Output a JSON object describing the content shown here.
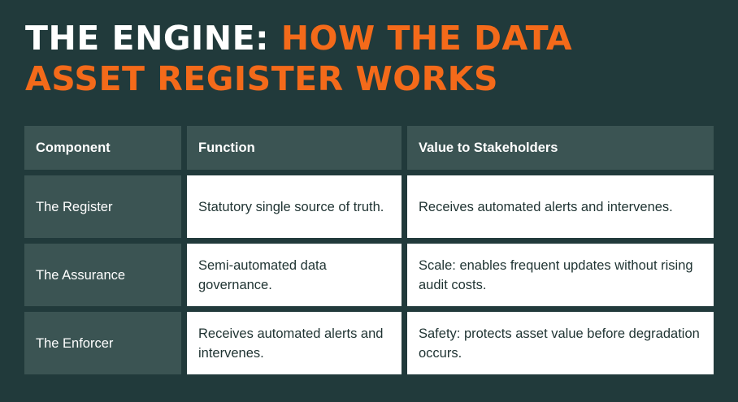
{
  "title": {
    "part1": "The Engine:",
    "part2": "How the Data Asset Register Works"
  },
  "colors": {
    "background": "#213a3b",
    "accent": "#f46a1a",
    "header_cell": "#3b5453",
    "body_cell": "#ffffff"
  },
  "table": {
    "headers": [
      "Component",
      "Function",
      "Value to Stakeholders"
    ],
    "rows": [
      {
        "component": "The Register",
        "function": "Statutory single source of truth.",
        "value": "Receives automated alerts and intervenes."
      },
      {
        "component": "The Assurance",
        "function": "Semi-automated data governance.",
        "value": "Scale: enables frequent updates without rising audit costs."
      },
      {
        "component": "The Enforcer",
        "function": "Receives automated alerts and intervenes.",
        "value": "Safety: protects asset value before degradation occurs."
      }
    ]
  }
}
